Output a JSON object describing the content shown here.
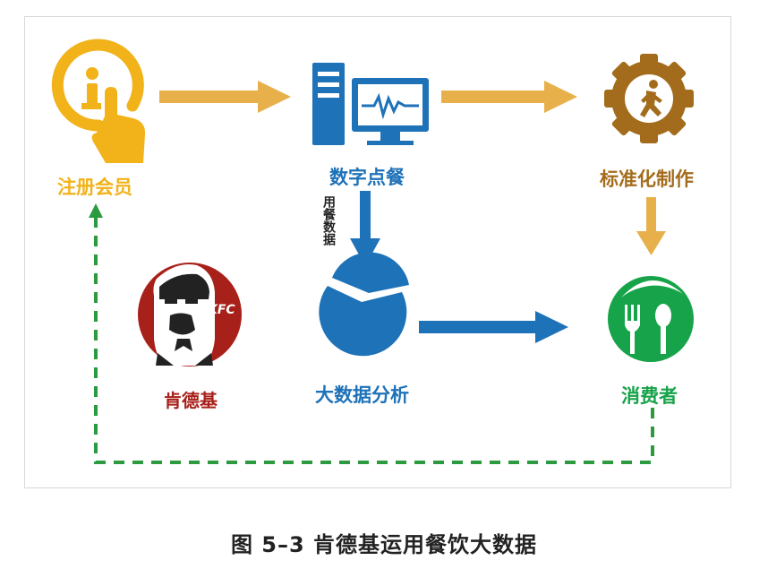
{
  "nodes": {
    "register": "注册会员",
    "digital_order": "数字点餐",
    "standardized": "标准化制作",
    "kfc": "肯德基",
    "analysis": "大数据分析",
    "consumer": "消费者"
  },
  "edge_label": "用餐数据",
  "kfc_logo_text": "KFC",
  "caption": "图 5–3  肯德基运用餐饮大数据",
  "colors": {
    "yellow": "#f2b21a",
    "blue": "#1e72b8",
    "brown": "#a36c1c",
    "green": "#17a34a",
    "red": "#a8201a",
    "arrow_yellow": "#e8b04a"
  }
}
